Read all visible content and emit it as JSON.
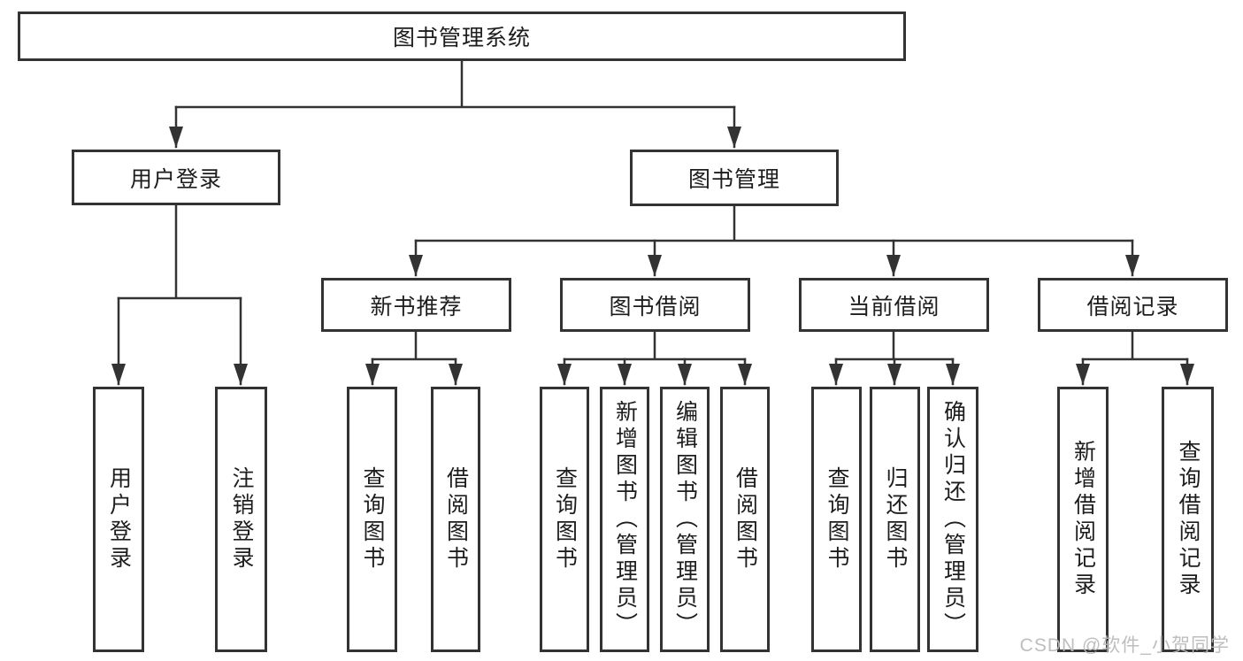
{
  "diagram": {
    "title": "图书管理系统",
    "line_color": "#333333",
    "box_border_color": "#333333",
    "background_color": "#ffffff",
    "branches": [
      {
        "label": "用户登录",
        "children": [
          {
            "label": "用户登录"
          },
          {
            "label": "注销登录"
          }
        ]
      },
      {
        "label": "图书管理",
        "children": [
          {
            "label": "新书推荐",
            "children": [
              {
                "label": "查询图书"
              },
              {
                "label": "借阅图书"
              }
            ]
          },
          {
            "label": "图书借阅",
            "children": [
              {
                "label": "查询图书"
              },
              {
                "label": "新增图书（管理员）"
              },
              {
                "label": "编辑图书（管理员）"
              },
              {
                "label": "借阅图书"
              }
            ]
          },
          {
            "label": "当前借阅",
            "children": [
              {
                "label": "查询图书"
              },
              {
                "label": "归还图书"
              },
              {
                "label": "确认归还（管理员）"
              }
            ]
          },
          {
            "label": "借阅记录",
            "children": [
              {
                "label": "新增借阅记录"
              },
              {
                "label": "查询借阅记录"
              }
            ]
          }
        ]
      }
    ]
  },
  "watermark": {
    "text": "CSDN @软件_小贺同学",
    "color": "#b9b9b9"
  }
}
